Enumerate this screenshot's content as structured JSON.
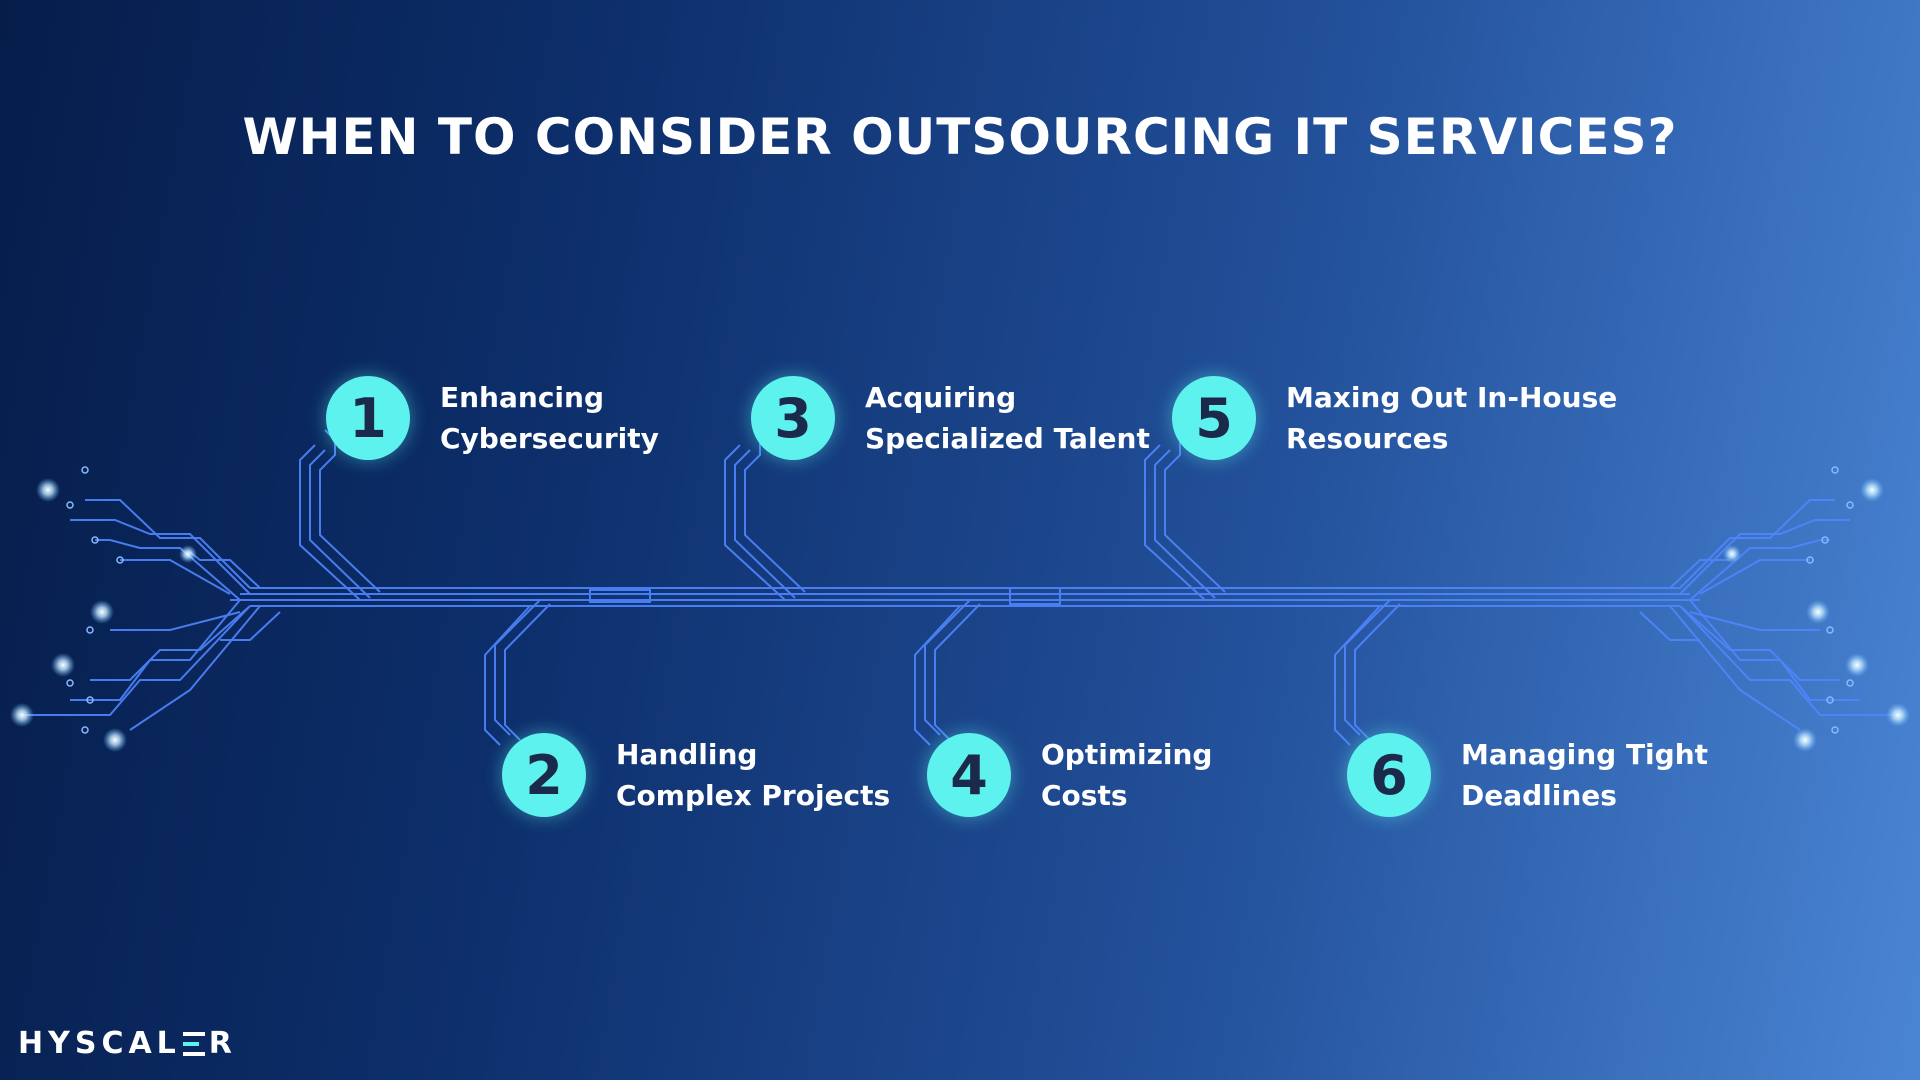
{
  "title": "WHEN TO CONSIDER OUTSOURCING IT SERVICES?",
  "steps": [
    {
      "number": "1",
      "line1": "Enhancing",
      "line2": "Cybersecurity"
    },
    {
      "number": "2",
      "line1": "Handling",
      "line2": "Complex Projects"
    },
    {
      "number": "3",
      "line1": "Acquiring",
      "line2": "Specialized Talent"
    },
    {
      "number": "4",
      "line1": "Optimizing",
      "line2": "Costs"
    },
    {
      "number": "5",
      "line1": "Maxing Out In-House",
      "line2": "Resources"
    },
    {
      "number": "6",
      "line1": "Managing Tight",
      "line2": "Deadlines"
    }
  ],
  "logo": {
    "part1": "HYSCAL",
    "part2": "R"
  },
  "colors": {
    "badge": "#5ef2ee",
    "circuit": "#4f86ff",
    "text": "#ffffff",
    "background_start": "#061d4a",
    "background_end": "#4a85d4"
  }
}
